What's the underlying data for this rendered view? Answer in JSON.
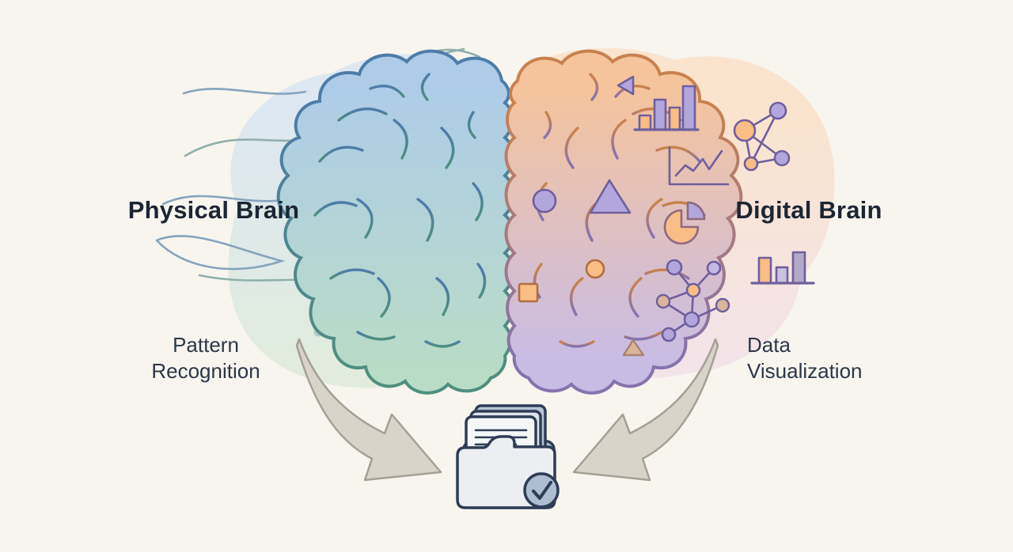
{
  "titles": {
    "left": "Physical Brain",
    "right": "Digital Brain"
  },
  "captions": {
    "left_line1": "Pattern",
    "left_line2": "Recognition",
    "right_line1": "Data",
    "right_line2": "Visualization"
  },
  "icons": {
    "center": "folder-with-documents-and-checkmark",
    "left_decorations": [
      "squiggle-threads",
      "neural-network-graph",
      "neural-network-graph"
    ],
    "right_decorations": [
      "triangle",
      "bar-chart",
      "line-chart",
      "network-graph",
      "pie-chart",
      "network-graph",
      "bar-chart"
    ],
    "in_brain_shapes": [
      "circle",
      "triangle",
      "square",
      "circle",
      "triangle"
    ]
  },
  "colors": {
    "background": "#f8f5ef",
    "text_dark": "#1c2534",
    "text_mid": "#2b3748",
    "left_brain_top": "#aecce8",
    "left_brain_bottom": "#b9dcc6",
    "left_stroke_top": "#4e7ca8",
    "left_stroke_bottom": "#4f8f7e",
    "right_brain_top": "#f6c49c",
    "right_brain_bottom": "#c9bce4",
    "right_stroke_top": "#c8824f",
    "right_stroke_bottom": "#8672ad",
    "blob_left_top": "#d6e4f2",
    "blob_left_bottom": "#dcead9",
    "blob_right_top": "#fadfc6",
    "blob_right_bottom": "#f2dfe7",
    "squiggle_teal": "#8fb0ab",
    "squiggle_blue": "#86a4bd",
    "network_gray": "#8fa6b2",
    "purple_fill": "#b3a6dd",
    "purple_stroke": "#6f5f9e",
    "orange_fill": "#f9bd86",
    "orange_deep": "#b06e3f",
    "arrow_fill": "#d8d4ca",
    "arrow_stroke": "#a5a094",
    "folder_outline": "#2e3d55",
    "folder_front": "#eceef2",
    "folder_mid": "#dfe5ec",
    "folder_back": "#b9c5d6",
    "paper_front": "#f4f6f8",
    "check_badge": "#aebdd1"
  }
}
